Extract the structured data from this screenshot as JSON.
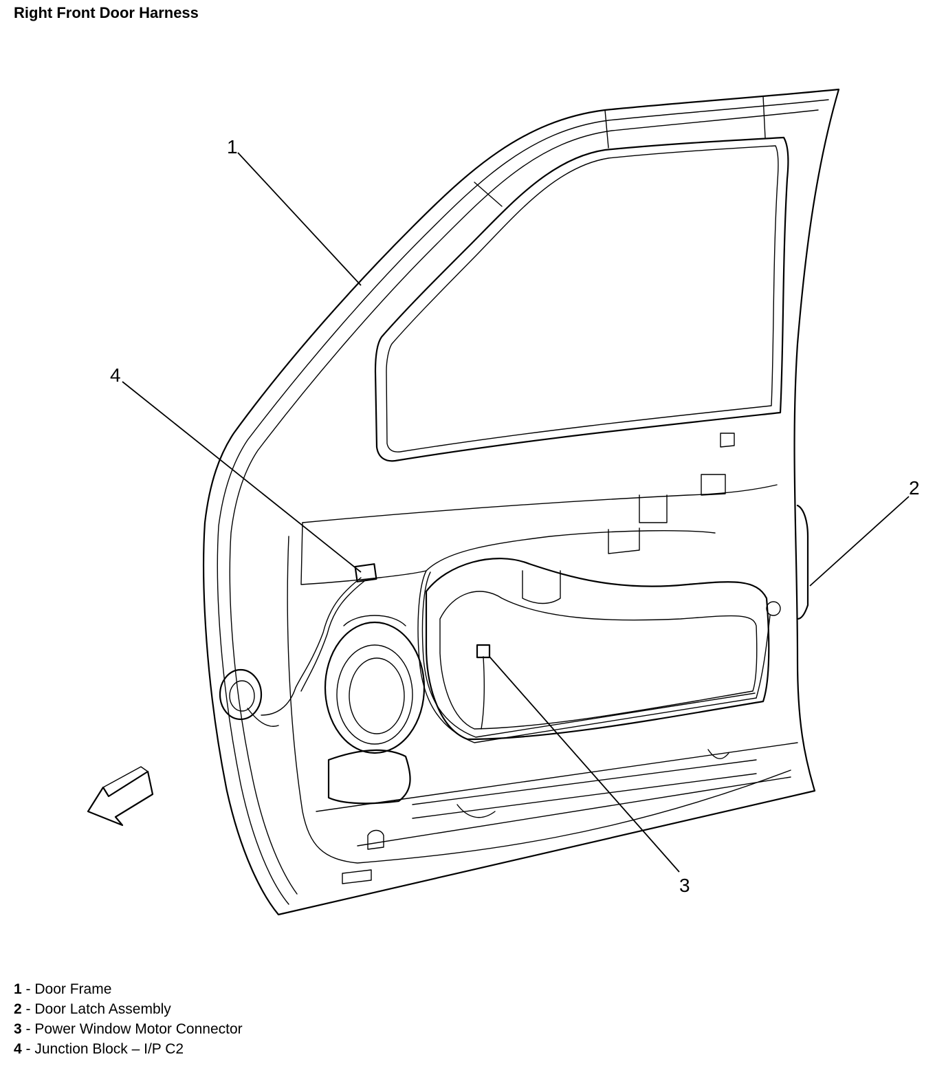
{
  "title": "Right Front Door Harness",
  "callouts": [
    {
      "num": "1",
      "label": "Door Frame"
    },
    {
      "num": "2",
      "label": "Door Latch Assembly"
    },
    {
      "num": "3",
      "label": "Power Window Motor Connector"
    },
    {
      "num": "4",
      "label": "Junction Block – I/P C2"
    }
  ],
  "legend": [
    {
      "num": "1",
      "sep": " - ",
      "text": "Door Frame"
    },
    {
      "num": "2",
      "sep": " - ",
      "text": "Door Latch Assembly"
    },
    {
      "num": "3",
      "sep": " - ",
      "text": "Power Window Motor Connector"
    },
    {
      "num": "4",
      "sep": " - ",
      "text": "Junction Block – I/P C2"
    }
  ],
  "icons": {
    "direction_arrow": "front-direction-arrow-icon"
  }
}
